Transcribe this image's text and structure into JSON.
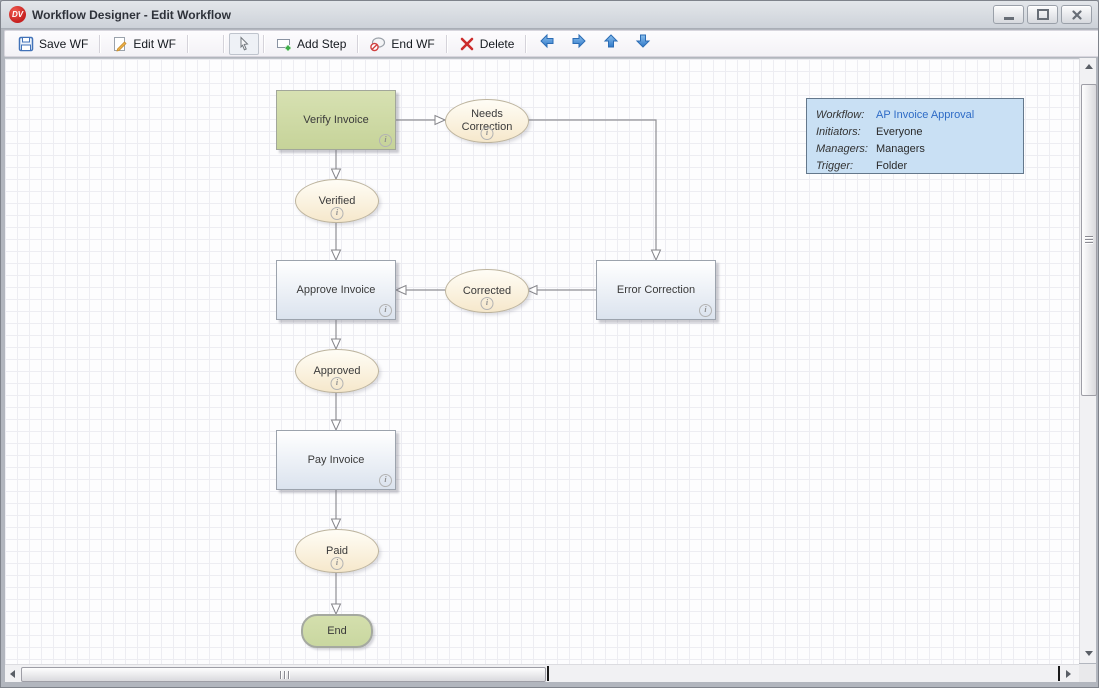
{
  "window": {
    "title": "Workflow Designer - Edit Workflow",
    "logo": "DV"
  },
  "toolbar": {
    "save": "Save WF",
    "edit": "Edit WF",
    "add_step": "Add Step",
    "end_wf": "End WF",
    "delete": "Delete",
    "nav_arrows": [
      "left",
      "right",
      "up",
      "down"
    ]
  },
  "info_panel": {
    "workflow_label": "Workflow:",
    "workflow_value": "AP Invoice Approval",
    "initiators_label": "Initiators:",
    "initiators_value": "Everyone",
    "managers_label": "Managers:",
    "managers_value": "Managers",
    "trigger_label": "Trigger:",
    "trigger_value": "Folder"
  },
  "diagram": {
    "nodes": {
      "verify_invoice": {
        "label": "Verify Invoice",
        "type": "step",
        "color": "#ccd8a2"
      },
      "needs_correction": {
        "label": "Needs Correction",
        "type": "state",
        "color": "#f8ecd3"
      },
      "verified": {
        "label": "Verified",
        "type": "state",
        "color": "#f8ecd3"
      },
      "approve_invoice": {
        "label": "Approve Invoice",
        "type": "step",
        "color": "#e3eaf2"
      },
      "corrected": {
        "label": "Corrected",
        "type": "state",
        "color": "#f8ecd3"
      },
      "error_correction": {
        "label": "Error Correction",
        "type": "step",
        "color": "#e3eaf2"
      },
      "approved": {
        "label": "Approved",
        "type": "state",
        "color": "#f8ecd3"
      },
      "pay_invoice": {
        "label": "Pay Invoice",
        "type": "step",
        "color": "#e3eaf2"
      },
      "paid": {
        "label": "Paid",
        "type": "state",
        "color": "#f8ecd3"
      },
      "end": {
        "label": "End",
        "type": "end",
        "color": "#cfdcaa"
      }
    },
    "edges": [
      {
        "from": "verify_invoice",
        "to": "needs_correction"
      },
      {
        "from": "needs_correction",
        "to": "error_correction"
      },
      {
        "from": "verify_invoice",
        "to": "verified"
      },
      {
        "from": "verified",
        "to": "approve_invoice"
      },
      {
        "from": "error_correction",
        "to": "corrected"
      },
      {
        "from": "corrected",
        "to": "approve_invoice"
      },
      {
        "from": "approve_invoice",
        "to": "approved"
      },
      {
        "from": "approved",
        "to": "pay_invoice"
      },
      {
        "from": "pay_invoice",
        "to": "paid"
      },
      {
        "from": "paid",
        "to": "end"
      }
    ]
  },
  "colors": {
    "connector": "#8f8f94",
    "link": "#2e6bc6",
    "info_panel_bg": "#c9e0f4",
    "accent_blue_arrow": "#4f97dc",
    "delete_red": "#cc2b2b",
    "add_green": "#3fae49"
  }
}
